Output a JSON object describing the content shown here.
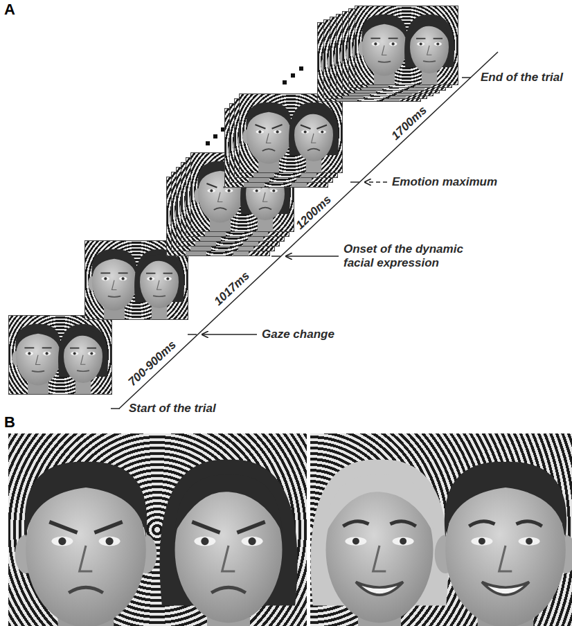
{
  "diagram": {
    "labels": [
      "A",
      "End of the trial",
      "1700ms",
      "Emotion maximum",
      "1200ms",
      "Onset of the dynamic facial expression",
      "1017ms",
      "Gaze change",
      "700-900ms",
      "Start of the trial",
      "B"
    ]
  }
}
